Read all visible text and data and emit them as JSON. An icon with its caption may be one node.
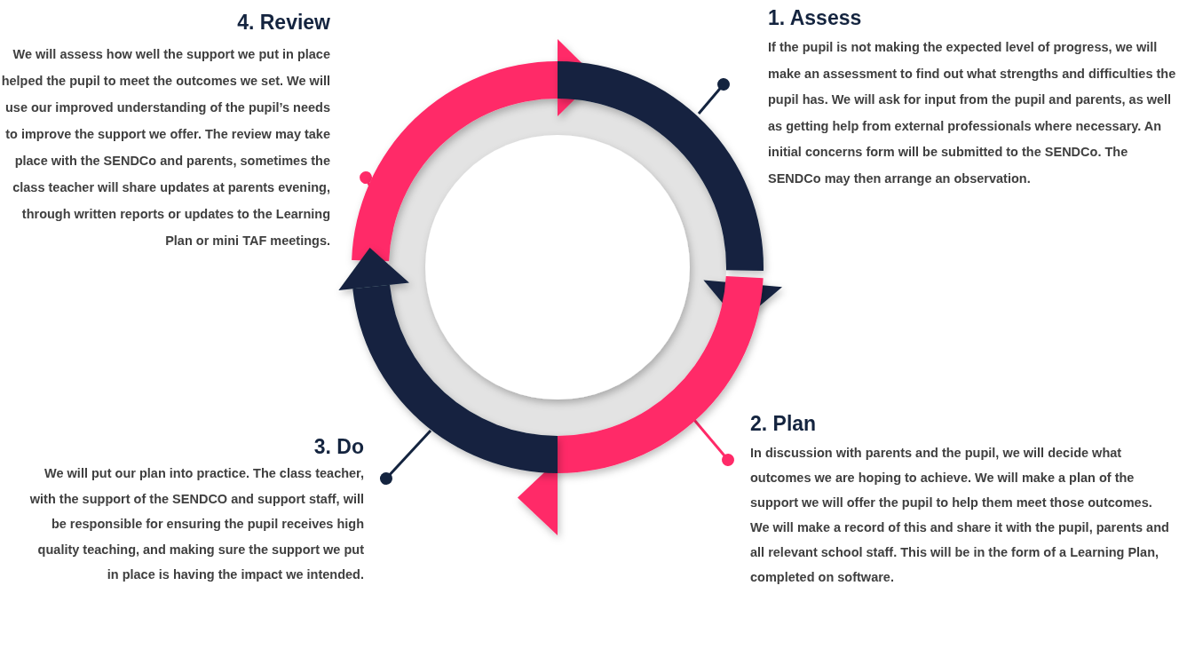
{
  "diagram": {
    "nodes": [
      {
        "text": [
          "1. Assess",
          "If the pupil is not making the expected level of progress, we will make an assessment to find out what strengths and difficulties the pupil has.  We will ask for input from the pupil and parents, as well as getting help from external professionals where necessary.  An initial concerns form will be submitted to the SENDCo. The SENDCo may then arrange an observation."
        ]
      },
      {
        "text": [
          "2. Plan",
          "In discussion with parents and the pupil, we will decide what outcomes we are hoping to achieve. We will make a plan of the support we will offer the pupil to help them meet those outcomes. We will make a record of this and share it with the pupil, parents and all relevant school staff. This will be in the form of a Learning Plan, completed on software."
        ]
      },
      {
        "text": [
          "3. Do",
          "We will put our plan into practice. The class teacher, with the support of the SENDCO and support staff, will be responsible for ensuring the pupil receives high quality teaching, and making sure the support we put in place is having the impact we intended."
        ]
      },
      {
        "text": [
          "4. Review",
          "We will assess how well the support we put in place helped the pupil to meet the outcomes we set. We will use our improved understanding of the pupil’s needs to improve the support we offer. The review may take place with the SENDCo and parents, sometimes the class teacher will share updates at parents evening, through written reports or updates to the Learning Plan or mini TAF meetings."
        ]
      }
    ],
    "edges": [
      {
        "from": 0,
        "to": null,
        "arrow": "other"
      },
      {
        "from": 1,
        "to": null,
        "arrow": "other",
        "color": "#ff2a68"
      },
      {
        "from": 2,
        "to": null,
        "arrow": "other"
      },
      {
        "from": 3,
        "to": null,
        "arrow": "other",
        "color": "#ff2a68"
      }
    ]
  }
}
